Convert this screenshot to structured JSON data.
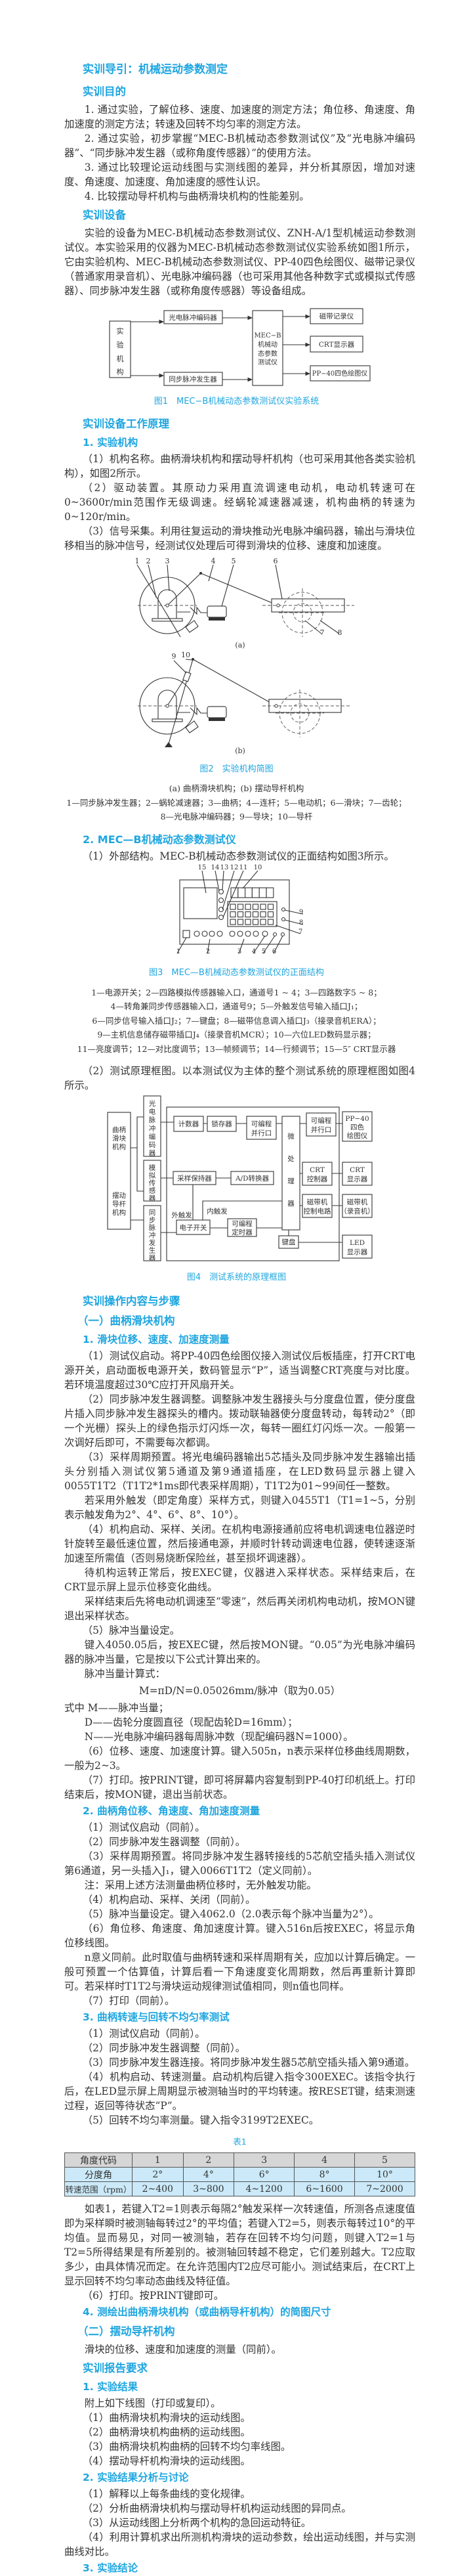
{
  "colors": {
    "accent": "#1fa6e0",
    "table_header": "#d6d6d6",
    "table_row": "#cbe9f8"
  },
  "title": "实训导引：机械运动参数测定",
  "purpose": {
    "heading": "实训目的",
    "items": [
      "1. 通过实验，了解位移、速度、加速度的测定方法；角位移、角速度、角加速度的测定方法；转速及回转不均匀率的测定方法。",
      "2. 通过实验，初步掌握“MEC-B机械动态参数测试仪”及“光电脉冲编码器”、“同步脉冲发生器（或称角度传感器）”的使用方法。",
      "3. 通过比较理论运动线图与实测线图的差异，并分析其原因，增加对速度、角速度、加速度、角加速度的感性认识。",
      "4. 比较摆动导杆机构与曲柄滑块机构的性能差别。"
    ]
  },
  "equipment": {
    "heading": "实训设备",
    "text": "实验的设备为MEC-B机械动态参数测试仪、ZNH-A/1型机械运动参数测试仪。本实验采用的仪器为MEC-B机械动态参数测试仪实验系统如图1所示，它由实验机构、MEC-B机械动态参数测试仪、PP-40四色绘图仪、磁带记录仪（普通家用录音机）、光电脉冲编码器（也可采用其他各种数字式或模拟式传感器）、同步脉冲发生器（或称角度传感器）等设备组成。"
  },
  "fig1": {
    "mechanism": [
      "实",
      "验",
      "机",
      "构"
    ],
    "encoder": "光电脉冲编码器",
    "sync": "同步脉冲发生器",
    "tester": [
      "MEC−B",
      "机械动",
      "态参数",
      "测试仪"
    ],
    "tape": "磁带记录仪",
    "crt": "CRT显示器",
    "plotter": "PP−40四色绘图仪",
    "caption": "图1　MEC−B机械动态参数测试仪实验系统"
  },
  "principle": {
    "heading": "实训设备工作原理",
    "sub1": "1. 实验机构",
    "mech": [
      "（1）机构名称。曲柄滑块机构和摆动导杆机构（也可采用其他各类实验机构），如图2所示。",
      "（2）驱动装置。其原动力采用直流调速电动机，电动机转速可在0~3600r/min范围作无级调速。经蜗轮减速器减速，机构曲柄的转速为0~120r/min。",
      "（3）信号采集。利用往复运动的滑块推动光电脉冲编码器，输出与滑块位移相当的脉冲信号，经测试仪处理后可得到滑块的位移、速度和加速度。"
    ]
  },
  "fig2": {
    "labels": [
      "1",
      "2",
      "3",
      "4",
      "5",
      "6",
      "7",
      "8",
      "9",
      "10"
    ],
    "sub_a": "(a)",
    "sub_b": "(b)",
    "caption": "图2　实验机构简图",
    "legend": [
      "(a) 曲柄滑块机构；(b) 摆动导杆机构",
      "1—同步脉冲发生器；2—蜗轮减速器；3—曲柄；4—连杆；5—电动机；6—滑块；7—齿轮；",
      "8—光电脉冲编码器；9—导块；10—导杆"
    ]
  },
  "tester": {
    "sub2": "2. MEC—B机械动态参数测试仪",
    "ext": "（1）外部结构。MEC-B机械动态参数测试仪的正面结构如图3所示。",
    "fig3_labels": [
      "1",
      "2",
      "3",
      "4",
      "5",
      "6",
      "7",
      "8",
      "9",
      "10",
      "11",
      "12",
      "13",
      "14",
      "15"
    ],
    "fig3_caption": "图3　MEC—B机械动态参数测试仪的正面结构",
    "fig3_legend": [
      "1—电源开关；2—四路模拟传感器输入口，通道号1 ~ 4；3—四路数字5 ~ 8；",
      "4—转角兼同步传感器输入口，通道号9；5—外触发信号输入插口J₁；",
      "6—同步信号输入插口J₂；7—键盘；8—磁带信息调入插口J₃（接录音机ERA）；",
      "9—主机信息储存磁带插口J₄（接录音机MCR）；10—六位LED数码显示器；",
      "11—亮度调节；12—对比度调节；13—帧频调节；14—行频调节；15—5″ CRT显示器"
    ],
    "block": "（2）测试原理框图。以本测试仪为主体的整个测试系统的原理框图如图4所示。"
  },
  "fig4": {
    "mech_top": [
      "曲柄",
      "滑块",
      "机构"
    ],
    "mech_bottom": [
      "摆动",
      "导杆",
      "机构"
    ],
    "encoder": [
      "光",
      "电",
      "脉",
      "冲",
      "编",
      "码",
      "器"
    ],
    "analog": [
      "模",
      "拟",
      "传",
      "感",
      "器"
    ],
    "sync": [
      "同",
      "步",
      "脉",
      "冲",
      "发",
      "生",
      "器"
    ],
    "counter": "计数器",
    "latch": "锁存器",
    "pio1": [
      "可编程",
      "并行口"
    ],
    "cpu": [
      "微",
      "处",
      "理",
      "器"
    ],
    "pio2": [
      "可编程",
      "并行口"
    ],
    "plotter": [
      "PP−40",
      "四色",
      "绘图仪"
    ],
    "crtctl": [
      "CRT",
      "控制器"
    ],
    "crt": [
      "CRT",
      "显示器"
    ],
    "tapectl": [
      "磁带机",
      "控制电路"
    ],
    "tape": [
      "磁带机",
      "（录音机）"
    ],
    "sh": "采样保持器",
    "adc": "A/D转换器",
    "ext_trig": "外触发",
    "int_trig": "内触发",
    "switch": "电子开关",
    "timer": [
      "可编程",
      "定时器"
    ],
    "keyboard": "键盘",
    "led": [
      "LED",
      "显示器"
    ],
    "caption": "图4　测试系统的原理框图"
  },
  "ops": {
    "heading": "实训操作内容与步骤",
    "part1": "（一）曲柄滑块机构",
    "s1": {
      "heading": "1. 滑块位移、速度、加速度测量",
      "p": [
        "（1）测试仪启动。将PP-40四色绘图仪接入测试仪后板插座，打开CRT电源开关，启动面板电源开关，数码管显示“P”，适当调整CRT亮度与对比度。若环境温度超过30℃应打开风扇开关。",
        "（2）同步脉冲发生器调整。调整脉冲发生器接头与分度盘位置，使分度盘片插入同步脉冲发生器探头的槽内。拨动联轴器使分度盘转动，每转动2°（即一个光栅）探头上的绿色指示灯闪烁一次，每转一圈红灯闪烁一次。一般第一次调好后即可，不需要每次都调。",
        "（3）采样周期预置。将光电编码器输出5芯插头及同步脉冲发生器输出插头分别插入测试仪第5通道及第9通道插座，在LED数码显示器上键入0055T1T2（T1T2*1ms即代表采样周期），T1T2为01~99间任一整数。",
        "若采用外触发（即定角度）采样方式，则键入0455T1（T1=1~5，分别表示触发角为2°、4°、6°、8°、10°）。",
        "（4）机构启动、采样、关闭。在机构电源接通前应将电机调速电位器逆时针旋转至最低速位置，然后接通电源，并顺时针转动调速电位器，使转速逐渐加速至所需值（否则易烧断保险丝，甚至损坏调速器）。",
        "待机构运转正常后，按EXEC键，仪器进入采样状态。采样结束后，在CRT显示屏上显示位移变化曲线。",
        "采样结束后先将电动机调速至“零速”，然后再关闭机构电动机，按MON键退出采样状态。",
        "（5）脉冲当量设定。",
        "键入4050.05后，按EXEC键，然后按MON键。“0.05”为光电脉冲编码器的脉冲当量，它是按以下公式计算出来的。",
        "脉冲当量计算式："
      ],
      "formula": "M=πD/N=0.05026mm/脉冲（取为0.05）",
      "where": [
        "式中 M——脉冲当量；",
        "D——齿轮分度圆直径（现配齿轮D=16mm）；",
        "N——光电脉冲编码器每周脉冲数（现配编码器N=1000）。"
      ],
      "p2": [
        "（6）位移、速度、加速度计算。键入505n，n表示采样位移曲线周期数，一般为2~3。",
        "（7）打印。按PRINT键，即可将屏幕内容复制到PP-40打印机纸上。打印结束后，按MON键，退出当前状态。"
      ]
    },
    "s2": {
      "heading": "2. 曲柄角位移、角速度、角加速度测量",
      "p": [
        "（1）测试仪启动（同前）。",
        "（2）同步脉冲发生器调整（同前）。",
        "（3）采样周期预置。将同步脉冲发生器转接线的5芯航空插头插入测试仪第6通道，另一头插入J₁，键入0066T1T2（定义同前）。",
        "注：采用上述方法测量曲柄位移时，无外触发功能。",
        "（4）机构启动、采样、关闭（同前）。",
        "（5）脉冲当量设定。键入4062.0（2.0表示每个脉冲当量为2°）。",
        "（6）角位移、角速度、角加速度计算。键入516n后按EXEC，将显示角位移线图。",
        "n意义同前。此时取值与曲柄转速和采样周期有关，应加以计算后确定。一般可预置一个估算值，计算后看一下角速度变化周期数，然后再重新计算即可。若采样时T1T2与滑块运动规律测试值相同，则n值也同样。",
        "（7）打印（同前）。"
      ]
    },
    "s3": {
      "heading": "3. 曲柄转速与回转不均匀率测试",
      "p": [
        "（1）测试仪启动（同前）。",
        "（2）同步脉冲发生器调整（同前）。",
        "（3）同步脉冲发生器连接。将同步脉冲发生器5芯航空插头插入第9通道。",
        "（4）机构启动、转速测量。启动机构后键入指令300EXEC。该指令执行后，在LED显示屏上周期显示被测轴当时的平均转速。按RESET键，结束测速过程，返回等待状态“P”。",
        "（5）回转不均匀率测量。键入指令3199T2EXEC。"
      ],
      "table_caption": "表1",
      "table": {
        "rows": [
          [
            "角度代码",
            "1",
            "2",
            "3",
            "4",
            "5"
          ],
          [
            "分度角",
            "2°",
            "4°",
            "6°",
            "8°",
            "10°"
          ],
          [
            "转速范围（rpm）",
            "2~400",
            "3~800",
            "4~1200",
            "6~1600",
            "7~2000"
          ]
        ]
      },
      "p2": [
        "如表1，若键入T2=1则表示每隔2°触发采样一次转速值，所测各点速度值即为采样瞬时被测轴每转过2°的平均值；若键入T2=5，则表示每转过10°的平均值。显而易见，对同一被测轴，若存在回转不均匀问题，则键入T2=1与T2=5所得结果是有所差别的。被测轴回转越不稳定，它们差别越大。T2应取多少，由具体情况而定。在允许范围内T2应尽可能小。测试结束后，在CRT上显示回转不均匀率动态曲线及特征值。",
        "（6）打印。按PRINT键即可。"
      ]
    },
    "s4": {
      "heading": "4. 测绘出曲柄滑块机构（或曲柄导杆机构）的简图尺寸"
    },
    "part2": "（二）摆动导杆机构",
    "part2_text": "滑块的位移、速度和加速度的测量（同前）。"
  },
  "report": {
    "heading": "实训报告要求",
    "r1": "1. 实验结果",
    "r1_items": [
      "附上如下线图（打印或复印）。",
      "（1）曲柄滑块机构滑块的运动线图。",
      "（2）曲柄滑块机构曲柄的运动线图。",
      "（3）曲柄滑块机构曲柄的回转不均匀率线图。",
      "（4）摆动导杆机构滑块的运动线图。"
    ],
    "r2": "2. 实验结果分析与讨论",
    "r2_items": [
      "（1）解释以上每条曲线的变化规律。",
      "（2）分析曲柄滑块机构与摆动导杆机构运动线图的异同点。",
      "（3）从运动线图上分析两个机构的急回运动特征。",
      "（4）利用计算机求出所测机构滑块的运动参数，绘出运动线图，并与实测曲线对比。"
    ],
    "r3": "3. 实验结论"
  }
}
